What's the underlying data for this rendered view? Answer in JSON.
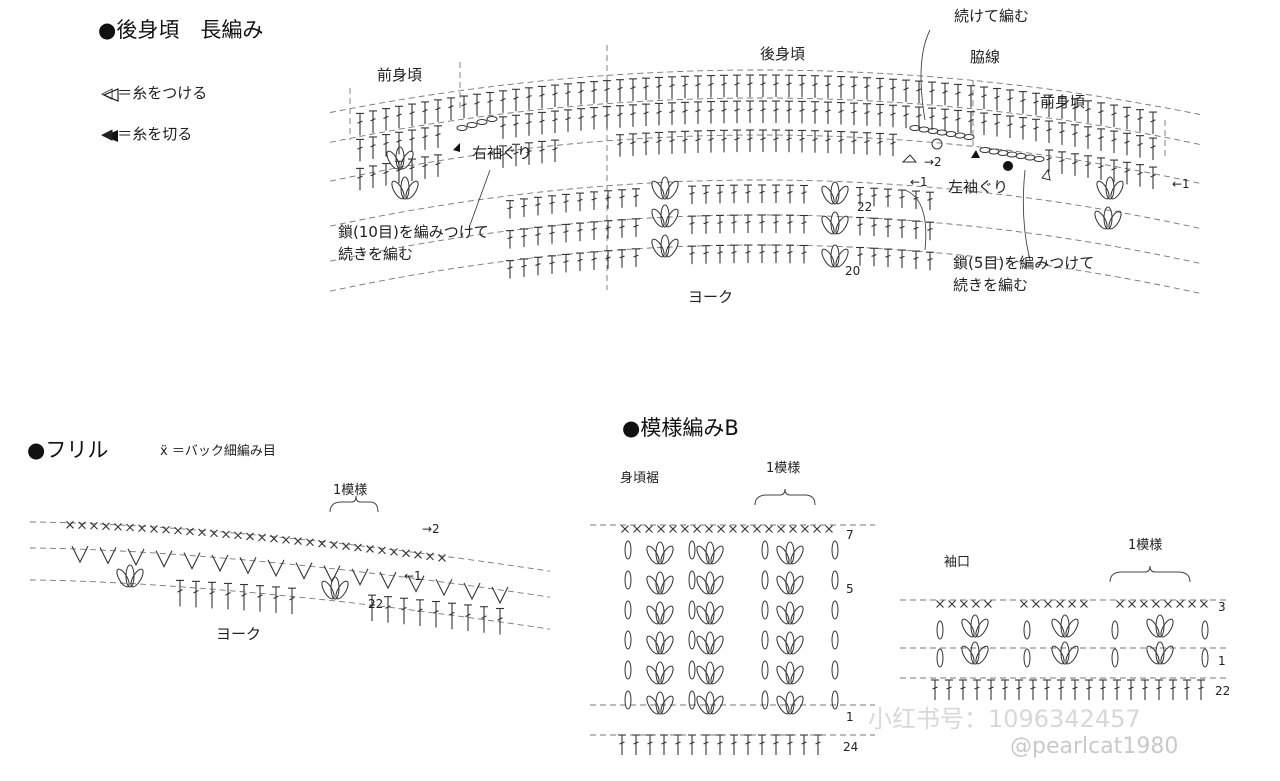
{
  "back": {
    "title": "●後身頃　長編み",
    "legend_attach": "◁ ＝糸をつける",
    "legend_cut": "◀ ＝糸を切る",
    "front_left": "前身頃",
    "back_center": "後身頃",
    "front_right": "前身頃",
    "continue": "続けて編む",
    "side_line": "脇線",
    "right_armhole": "右袖ぐり",
    "left_armhole": "左袖ぐり",
    "chain10_line1": "鎖(10目)を編みつけて",
    "chain10_line2": "続きを編む",
    "chain5_line1": "鎖(5目)を編みつけて",
    "chain5_line2": "続きを編む",
    "yoke": "ヨーク",
    "arrow_r2": "→2",
    "arrow_l1": "←1",
    "arrow_l1b": "←1",
    "n22": "22",
    "n20": "20"
  },
  "frill": {
    "title": "●フリル",
    "legend": "ẍ ＝バック細編み目",
    "one_repeat": "1模様",
    "arrow_r2": "→2",
    "arrow_l1": "←1",
    "n22": "22",
    "yoke": "ヨーク"
  },
  "patternB": {
    "title": "●模様編みB",
    "hem": "身頃裾",
    "one_repeat": "1模様",
    "n7": "7",
    "n5": "5",
    "n1": "1",
    "n24": "24",
    "cuff": "袖口",
    "cuff_repeat": "1模様",
    "c3": "3",
    "c1": "1",
    "c22": "22"
  },
  "watermark": {
    "line1": "小红书号：1096342457",
    "line2": "@pearlcat1980"
  }
}
